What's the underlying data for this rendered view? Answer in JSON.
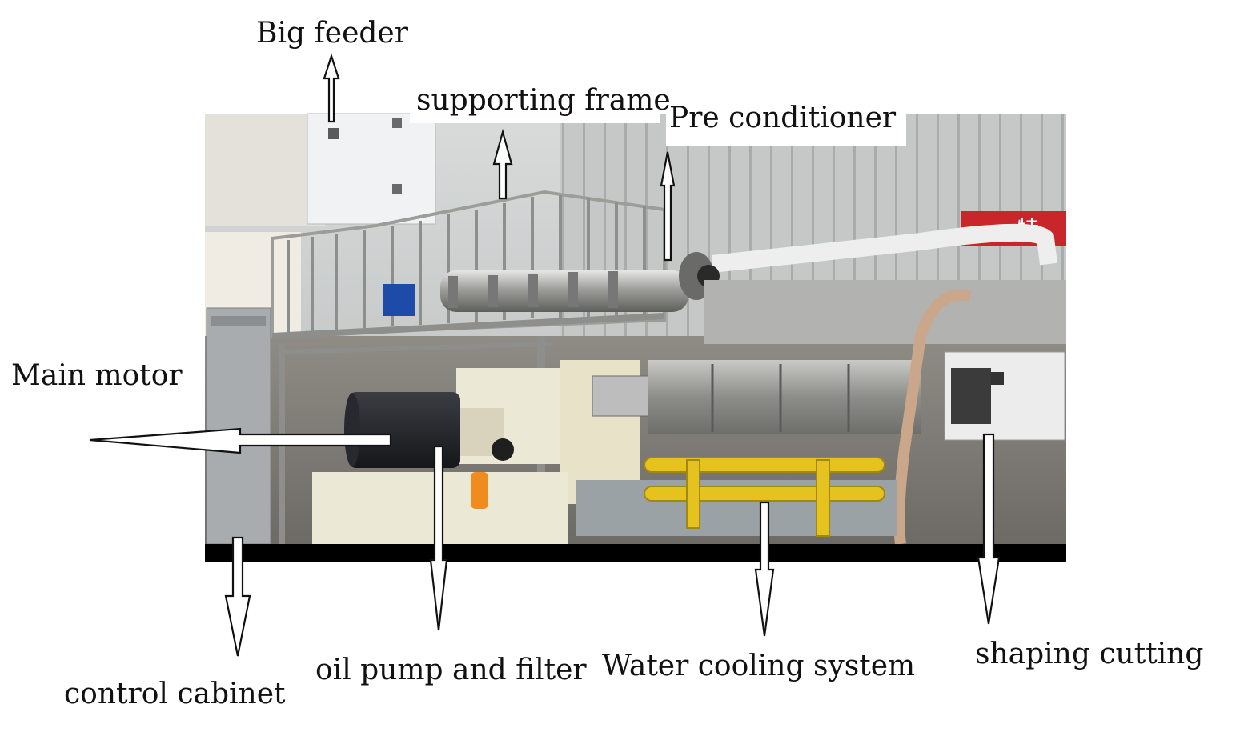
{
  "labels": {
    "big_feeder": "Big feeder",
    "supporting_frame": "supporting frame",
    "pre_conditioner": "Pre conditioner",
    "main_motor": "Main motor",
    "control_cabinet": "control cabinet",
    "oil_pump_and_filter": "oil pump and filter",
    "water_cooling_system": "Water cooling system",
    "shaping_cutting": "shaping cutting"
  },
  "sign_text": "特"
}
